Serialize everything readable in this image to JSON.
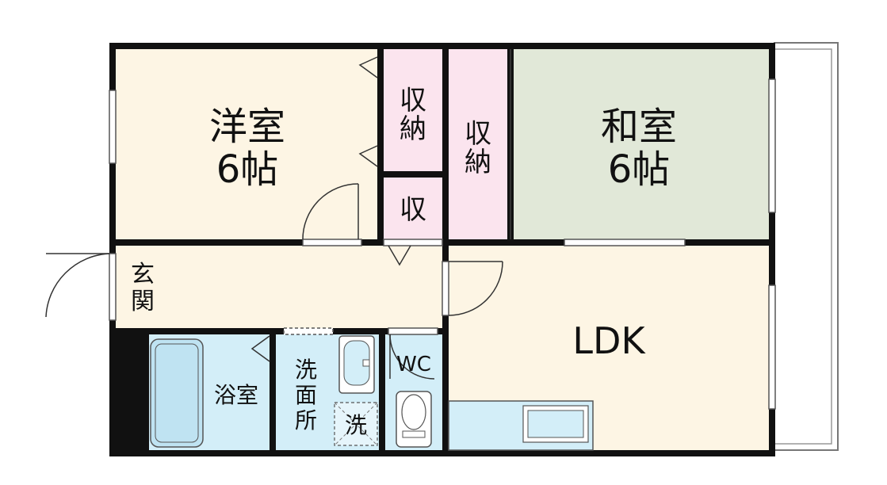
{
  "rooms": {
    "western": {
      "name": "洋室",
      "size": "6帖"
    },
    "japanese": {
      "name": "和室",
      "size": "6帖"
    },
    "closet_a": {
      "label": [
        "収",
        "納"
      ]
    },
    "closet_b": {
      "label": [
        "収",
        "納"
      ]
    },
    "closet_small": {
      "label": "収"
    },
    "entrance": {
      "label": [
        "玄",
        "関"
      ]
    },
    "ldk": {
      "label": "LDK"
    },
    "bath": {
      "label": "浴室"
    },
    "washroom": {
      "label": [
        "洗",
        "面",
        "所"
      ]
    },
    "washer": {
      "label": "洗"
    },
    "toilet": {
      "label": "WC"
    }
  },
  "colors": {
    "wall": "#111111",
    "western_floor": "#fdf5e4",
    "japanese_floor": "#e1e8d8",
    "closet": "#fbe4ee",
    "wet_area": "#d3eef8",
    "ldk_floor": "#fdf5e4",
    "balcony": "#ffffff"
  }
}
